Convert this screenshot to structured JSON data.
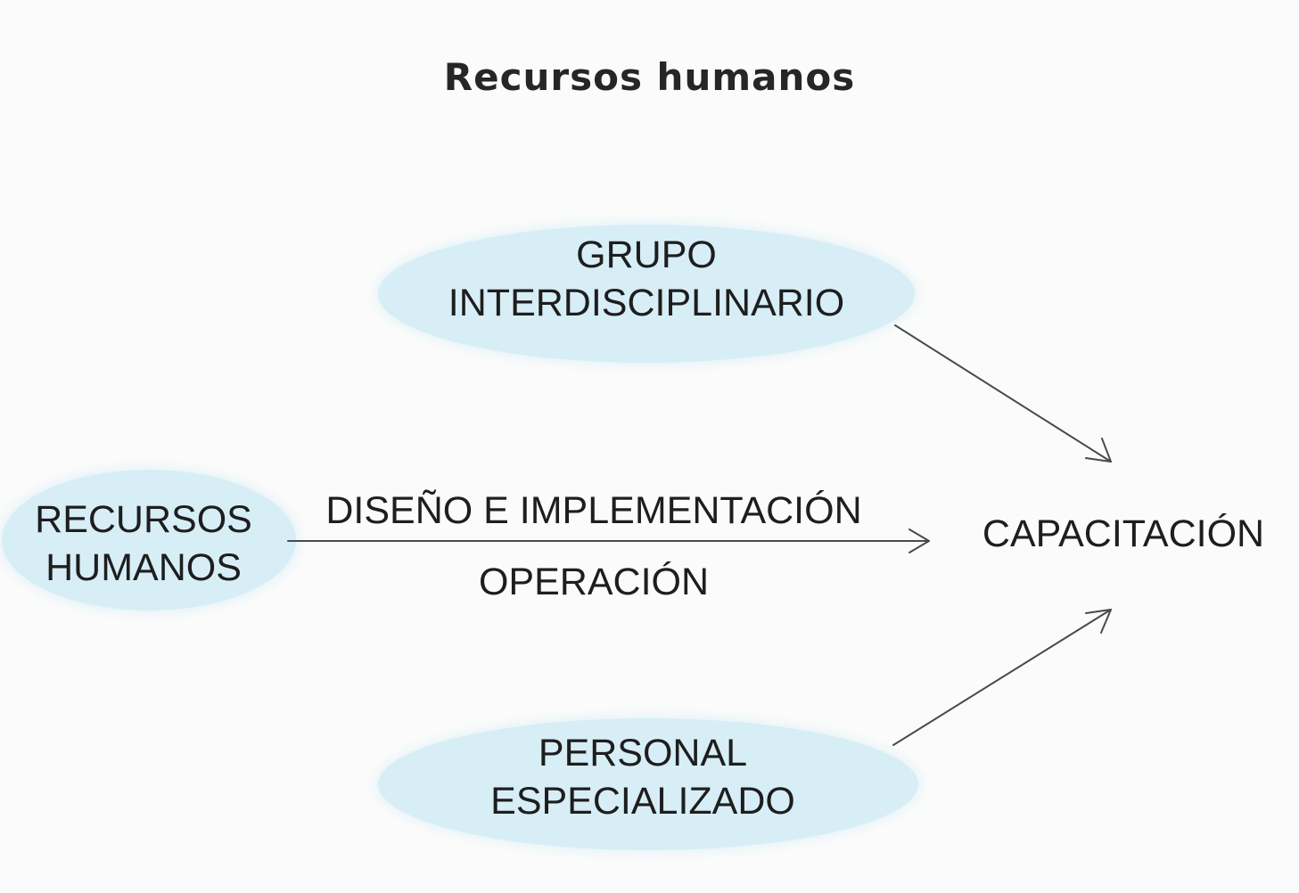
{
  "title": "Recursos humanos",
  "nodes": {
    "top": {
      "line1": "GRUPO",
      "line2": "INTERDISCIPLINARIO"
    },
    "left": {
      "line1": "RECURSOS",
      "line2": "HUMANOS"
    },
    "bottom": {
      "line1": "PERSONAL",
      "line2": "ESPECIALIZADO"
    },
    "target": {
      "label": "CAPACITACIÓN"
    }
  },
  "edge_labels": {
    "above": "DISEÑO E IMPLEMENTACIÓN",
    "below": "OPERACIÓN"
  },
  "colors": {
    "ellipse_fill": "#d7eef6",
    "text": "#1e1e1e",
    "arrow": "#4a4a4a",
    "background": "#fbfbfb"
  }
}
